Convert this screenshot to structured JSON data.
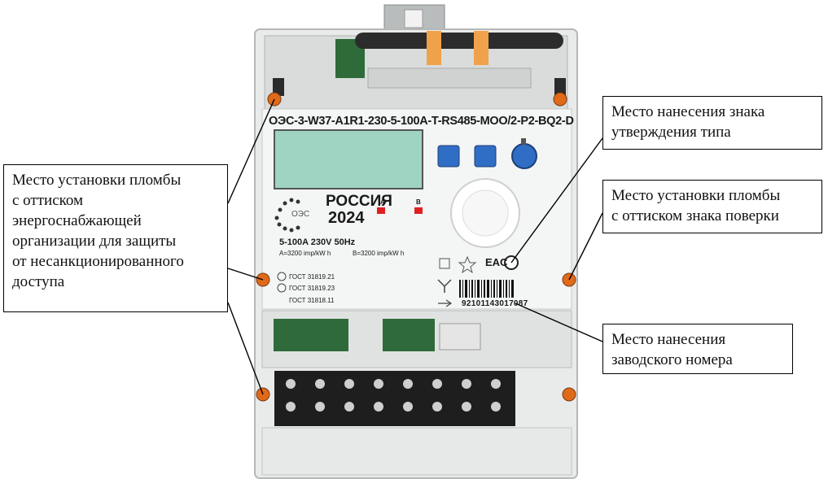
{
  "callouts": {
    "seal_supplier": [
      "Место установки пломбы",
      "с оттиском",
      "энергоснабжающей",
      "организации для защиты",
      "от несанкционированного",
      "доступа"
    ],
    "type_approval": [
      "Место нанесения знака",
      "утверждения типа"
    ],
    "verification_seal": [
      "Место установки пломбы",
      "с оттиском знака поверки"
    ],
    "serial_number": [
      "Место нанесения",
      "заводского номера"
    ]
  },
  "meter": {
    "model": "ОЭС-3-W37-A1R1-230-5-100А-T-RS485-MOO/2-P2-BQ2-D",
    "brand": "ОЭС",
    "country": "РОССИЯ",
    "year": "2024",
    "channel_a": "A",
    "channel_b": "B",
    "ratings": "5-100A  230V  50Hz",
    "const_a": "A=3200 imp/kW h",
    "const_b": "B=3200 imp/kW h",
    "gost1": "ГОСТ 31819.21",
    "gost2": "ГОСТ 31819.23",
    "gost3": "ГОСТ 31818.11",
    "eac": "EAC",
    "serial": "92101143017087"
  },
  "colors": {
    "body": "#eef0ef",
    "display": "#9fd4c2",
    "button": "#2f6ec4",
    "led": "#e02020",
    "screw": "#e06a1a",
    "terminal": "#1e1e1e",
    "pcb": "#2f6b3a"
  }
}
